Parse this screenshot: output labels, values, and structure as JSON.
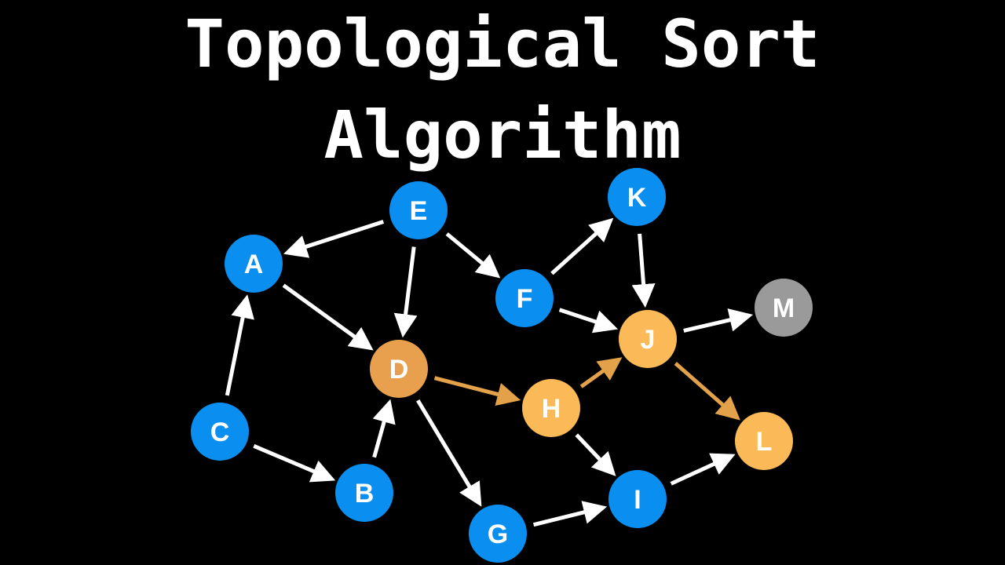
{
  "title": {
    "line1": "Topological Sort",
    "line2": "Algorithm"
  },
  "colors": {
    "background": "#000000",
    "edge_default": "#ffffff",
    "edge_highlight": "#e3a24a",
    "node_unvisited": "#0a8ff0",
    "node_current": "#e8a04e",
    "node_visited_path": "#fbb957",
    "node_isolated": "#9a9a9a"
  },
  "graph": {
    "nodes": [
      {
        "id": "A",
        "label": "A",
        "state": "unvisited"
      },
      {
        "id": "B",
        "label": "B",
        "state": "unvisited"
      },
      {
        "id": "C",
        "label": "C",
        "state": "unvisited"
      },
      {
        "id": "D",
        "label": "D",
        "state": "current"
      },
      {
        "id": "E",
        "label": "E",
        "state": "unvisited"
      },
      {
        "id": "F",
        "label": "F",
        "state": "unvisited"
      },
      {
        "id": "G",
        "label": "G",
        "state": "unvisited"
      },
      {
        "id": "H",
        "label": "H",
        "state": "visited_path"
      },
      {
        "id": "I",
        "label": "I",
        "state": "unvisited"
      },
      {
        "id": "J",
        "label": "J",
        "state": "visited_path"
      },
      {
        "id": "K",
        "label": "K",
        "state": "unvisited"
      },
      {
        "id": "L",
        "label": "L",
        "state": "visited_path"
      },
      {
        "id": "M",
        "label": "M",
        "state": "isolated"
      }
    ],
    "edges": [
      {
        "from": "E",
        "to": "A",
        "highlight": false
      },
      {
        "from": "E",
        "to": "D",
        "highlight": false
      },
      {
        "from": "E",
        "to": "F",
        "highlight": false
      },
      {
        "from": "A",
        "to": "D",
        "highlight": false
      },
      {
        "from": "C",
        "to": "A",
        "highlight": false
      },
      {
        "from": "C",
        "to": "B",
        "highlight": false
      },
      {
        "from": "B",
        "to": "D",
        "highlight": false
      },
      {
        "from": "D",
        "to": "G",
        "highlight": false
      },
      {
        "from": "D",
        "to": "H",
        "highlight": true
      },
      {
        "from": "H",
        "to": "J",
        "highlight": true
      },
      {
        "from": "J",
        "to": "L",
        "highlight": true
      },
      {
        "from": "H",
        "to": "I",
        "highlight": false
      },
      {
        "from": "G",
        "to": "I",
        "highlight": false
      },
      {
        "from": "I",
        "to": "L",
        "highlight": false
      },
      {
        "from": "F",
        "to": "K",
        "highlight": false
      },
      {
        "from": "F",
        "to": "J",
        "highlight": false
      },
      {
        "from": "K",
        "to": "J",
        "highlight": false
      },
      {
        "from": "J",
        "to": "M",
        "highlight": false
      }
    ]
  }
}
